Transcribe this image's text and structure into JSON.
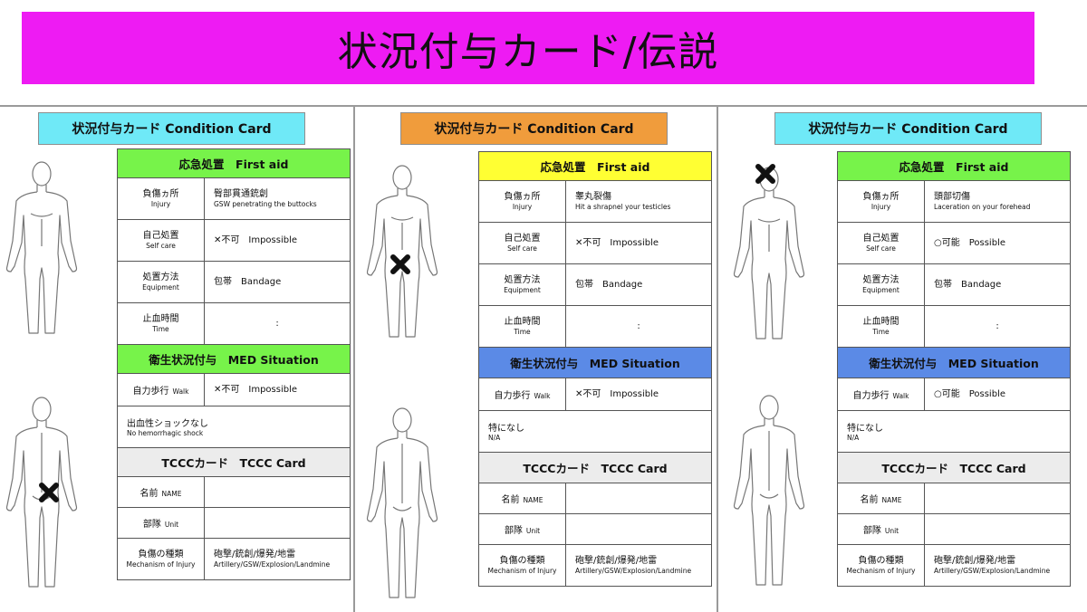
{
  "page_title": "状況付与カード/伝説",
  "colors": {
    "banner": "#ee1bf3",
    "green_header": "#77f34a",
    "yellow_header": "#ffff33",
    "blue_header": "#5b8ae6",
    "gray_header": "#ececec",
    "cyan_title": "#6fe9f7",
    "orange_title": "#f09c3c"
  },
  "cards": [
    {
      "title": "状況付与カード Condition Card",
      "title_color": "#6fe9f7",
      "first_aid_header": "応急処置　First aid",
      "injury": {
        "label_jp": "負傷ヵ所",
        "label_en": "Injury",
        "value_jp": "臀部貫通銃創",
        "value_en": "GSW penetrating the buttocks"
      },
      "self_care": {
        "label_jp": "自己処置",
        "label_en": "Self care",
        "value": "✕不可　Impossible"
      },
      "equipment": {
        "label_jp": "処置方法",
        "label_en": "Equipment",
        "value": "包帯　Bandage"
      },
      "time": {
        "label_jp": "止血時間",
        "label_en": "Time",
        "value": ":"
      },
      "med_header": "衛生状況付与　MED Situation",
      "walk": {
        "label_jp": "自力歩行",
        "label_en": "Walk",
        "value": "✕不可　Impossible"
      },
      "med_note": {
        "jp": "出血性ショックなし",
        "en": "No hemorrhagic shock"
      },
      "tccc_header": "TCCCカード　TCCC Card",
      "name": {
        "label": "名前",
        "label_en": "NAME"
      },
      "unit": {
        "label": "部隊",
        "label_en": "Unit"
      },
      "mechanism": {
        "label_jp": "負傷の種類",
        "label_en": "Mechanism of Injury",
        "value_jp": "砲撃/銃創/爆発/地雷",
        "value_en": "Artillery/GSW/Explosion/Landmine"
      }
    },
    {
      "title": "状況付与カード Condition Card",
      "title_color": "#f09c3c",
      "first_aid_header": "応急処置　First aid",
      "injury": {
        "label_jp": "負傷ヵ所",
        "label_en": "Injury",
        "value_jp": "睾丸裂傷",
        "value_en": "Hit a shrapnel your testicles"
      },
      "self_care": {
        "label_jp": "自己処置",
        "label_en": "Self care",
        "value": "✕不可　Impossible"
      },
      "equipment": {
        "label_jp": "処置方法",
        "label_en": "Equipment",
        "value": "包帯　Bandage"
      },
      "time": {
        "label_jp": "止血時間",
        "label_en": "Time",
        "value": ":"
      },
      "med_header": "衛生状況付与　MED Situation",
      "walk": {
        "label_jp": "自力歩行",
        "label_en": "Walk",
        "value": "✕不可　Impossible"
      },
      "med_note": {
        "jp": "特になし",
        "en": "N/A"
      },
      "tccc_header": "TCCCカード　TCCC Card",
      "name": {
        "label": "名前",
        "label_en": "NAME"
      },
      "unit": {
        "label": "部隊",
        "label_en": "Unit"
      },
      "mechanism": {
        "label_jp": "負傷の種類",
        "label_en": "Mechanism of Injury",
        "value_jp": "砲撃/銃創/爆発/地雷",
        "value_en": "Artillery/GSW/Explosion/Landmine"
      }
    },
    {
      "title": "状況付与カード Condition Card",
      "title_color": "#6fe9f7",
      "first_aid_header": "応急処置　First aid",
      "injury": {
        "label_jp": "負傷ヵ所",
        "label_en": "Injury",
        "value_jp": "頭部切傷",
        "value_en": "Laceration on your forehead"
      },
      "self_care": {
        "label_jp": "自己処置",
        "label_en": "Self care",
        "value": "○可能　Possible"
      },
      "equipment": {
        "label_jp": "処置方法",
        "label_en": "Equipment",
        "value": "包帯　Bandage"
      },
      "time": {
        "label_jp": "止血時間",
        "label_en": "Time",
        "value": ":"
      },
      "med_header": "衛生状況付与　MED Situation",
      "walk": {
        "label_jp": "自力歩行",
        "label_en": "Walk",
        "value": "○可能　Possible"
      },
      "med_note": {
        "jp": "特になし",
        "en": "N/A"
      },
      "tccc_header": "TCCCカード　TCCC Card",
      "name": {
        "label": "名前",
        "label_en": "NAME"
      },
      "unit": {
        "label": "部隊",
        "label_en": "Unit"
      },
      "mechanism": {
        "label_jp": "負傷の種類",
        "label_en": "Mechanism of Injury",
        "value_jp": "砲撃/銃創/爆発/地雷",
        "value_en": "Artillery/GSW/Explosion/Landmine"
      }
    }
  ]
}
